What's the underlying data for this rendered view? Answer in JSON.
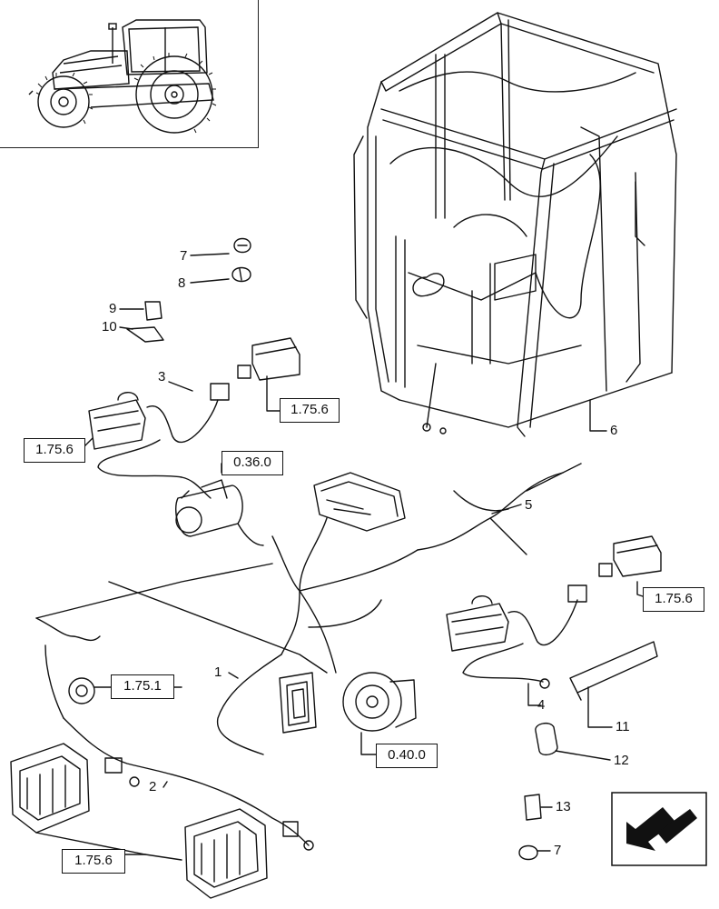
{
  "callouts": {
    "c1": "1",
    "c2": "2",
    "c3": "3",
    "c4": "4",
    "c5": "5",
    "c6": "6",
    "c7a": "7",
    "c7b": "7",
    "c8": "8",
    "c9": "9",
    "c10": "10",
    "c11": "11",
    "c12": "12",
    "c13": "13"
  },
  "references": {
    "r_1756_top": "1.75.6",
    "r_1756_left": "1.75.6",
    "r_0360": "0.36.0",
    "r_1756_right": "1.75.6",
    "r_1751": "1.75.1",
    "r_0400": "0.40.0",
    "r_1756_bottom": "1.75.6"
  },
  "icons": {
    "tractor": "tractor-icon",
    "nav_arrow": "arrow-icon"
  }
}
